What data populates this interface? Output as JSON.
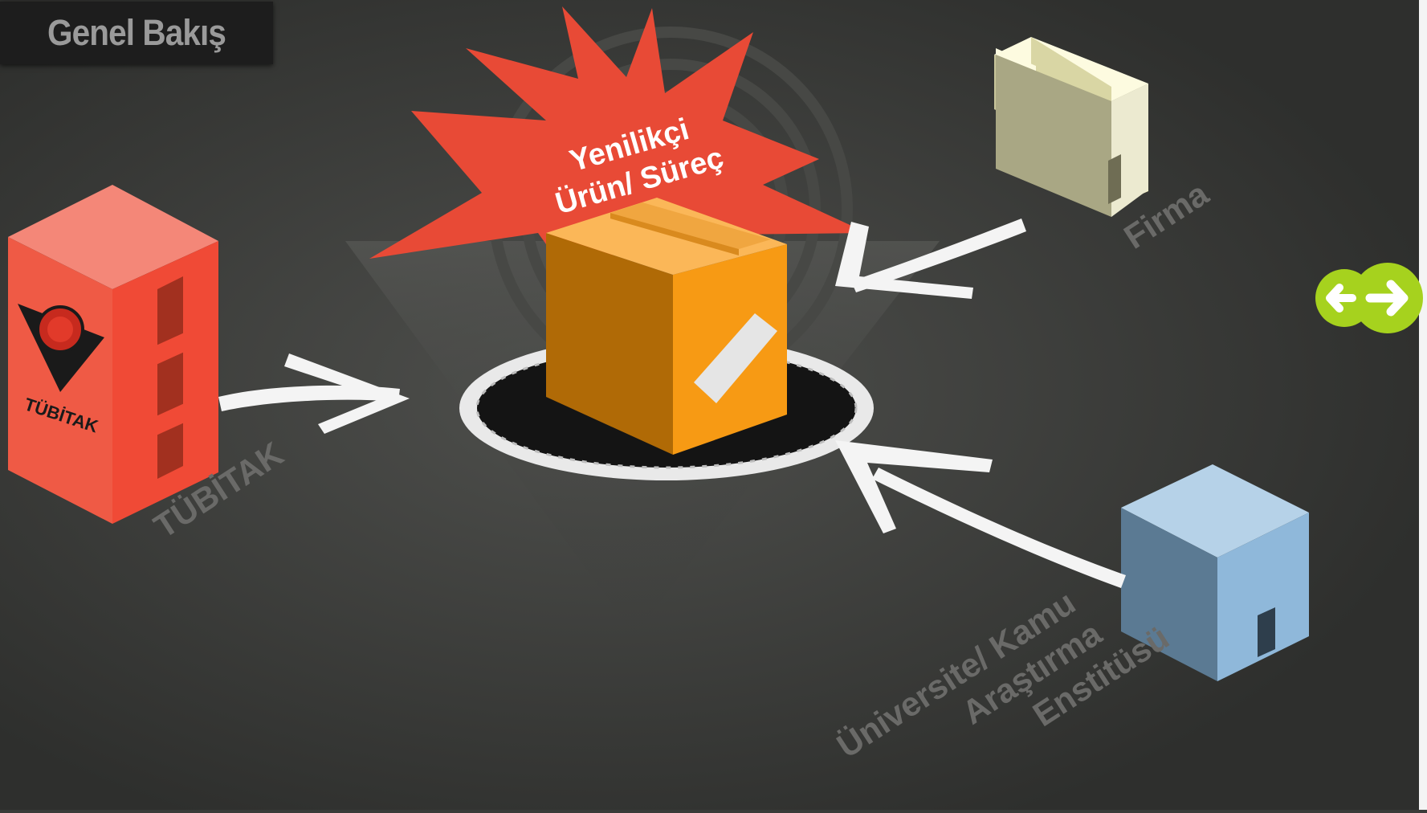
{
  "header": {
    "title": "Genel Bakış"
  },
  "center": {
    "burst_line1": "Yenilikçi",
    "burst_line2": "Ürün/ Süreç"
  },
  "nodes": {
    "tubitak": {
      "label": "TÜBİTAK",
      "logo_text": "TÜBİTAK"
    },
    "firma": {
      "label": "Firma"
    },
    "universite": {
      "line1": "Üniversite/ Kamu",
      "line2": "Araştırma",
      "line3": "Enstitüsü"
    }
  },
  "colors": {
    "background": "#3a3b39",
    "burst": "#e84a36",
    "box": "#f8a020",
    "tubitak": "#ef5a45",
    "firma": "#f2f0c4",
    "universite": "#8fb8da",
    "nav_green": "#a6d21e"
  },
  "nav": {
    "icon": "left-right-arrows-icon"
  }
}
